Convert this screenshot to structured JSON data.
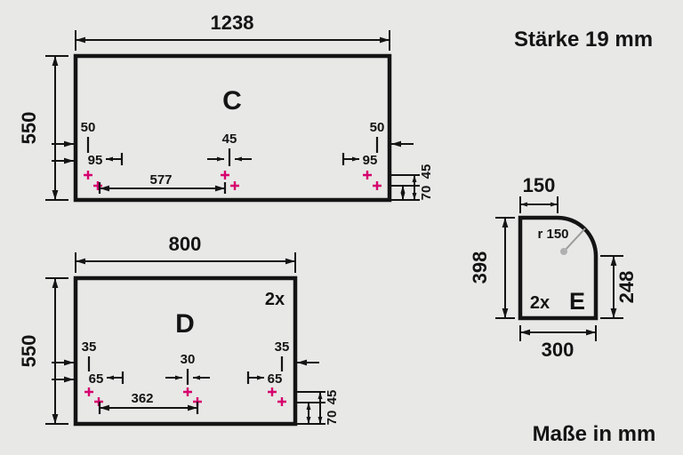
{
  "colors": {
    "background": "#e8e8e6",
    "ink": "#141414",
    "hole_mark": "#d6006e"
  },
  "notes": {
    "thickness": "Stärke 19 mm",
    "units": "Maße in mm"
  },
  "panel_c": {
    "label": "C",
    "width": "1238",
    "height": "550",
    "left_hole_top": "50",
    "left_hole_side": "95",
    "center_hole": "45",
    "hole_span": "577",
    "right_hole_top": "50",
    "right_hole_side": "95",
    "edge_upper": "45",
    "edge_lower": "70"
  },
  "panel_d": {
    "label": "D",
    "quantity": "2x",
    "width": "800",
    "height": "550",
    "left_hole_top": "35",
    "left_hole_side": "65",
    "center_hole": "30",
    "hole_span": "362",
    "right_hole_top": "35",
    "right_hole_side": "65",
    "edge_upper": "45",
    "edge_lower": "70"
  },
  "panel_e": {
    "label": "E",
    "quantity": "2x",
    "top_width": "150",
    "left_height": "398",
    "right_height": "248",
    "bottom_width": "300",
    "corner_radius": "r 150"
  }
}
